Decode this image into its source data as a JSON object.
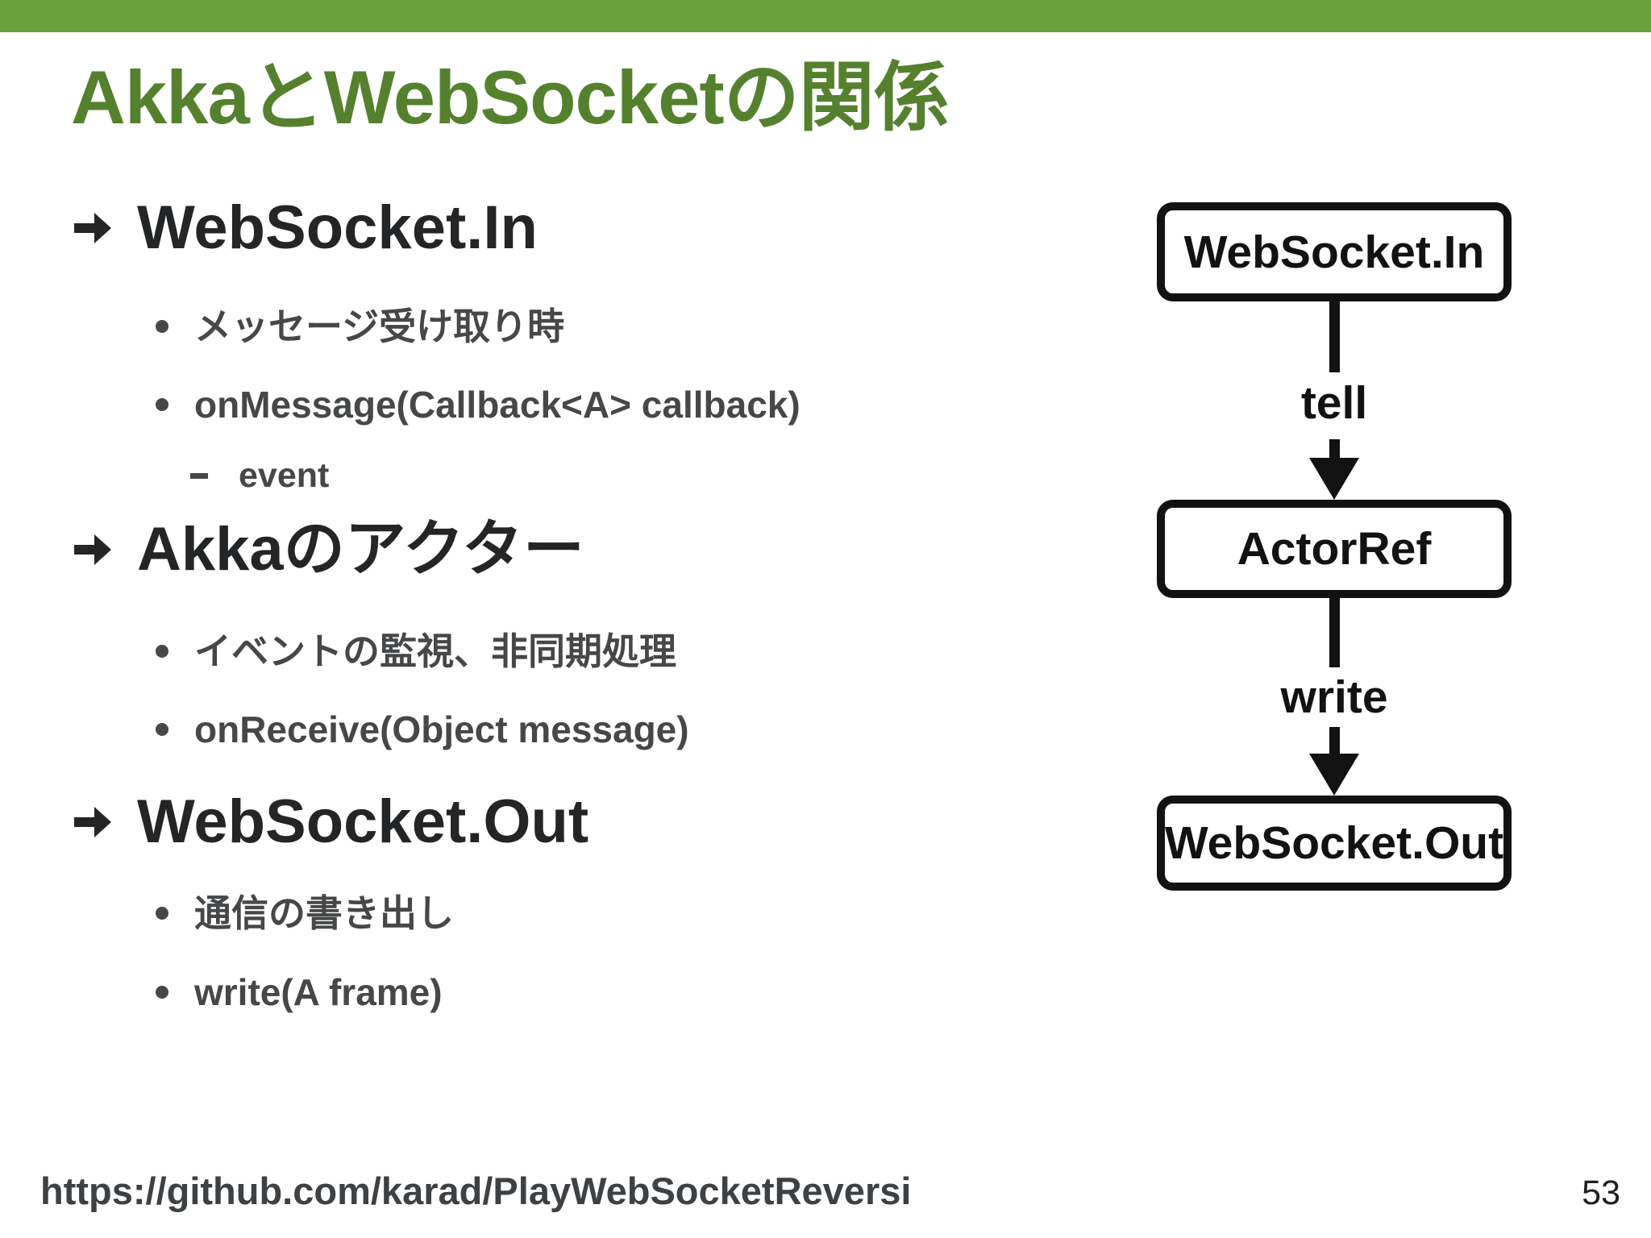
{
  "slide": {
    "title": "AkkaとWebSocketの関係",
    "footer_url": "https://github.com/karad/PlayWebSocketReversi",
    "page_number": "53"
  },
  "bullets": [
    {
      "level": 1,
      "text": "WebSocket.In"
    },
    {
      "level": 2,
      "text": "メッセージ受け取り時"
    },
    {
      "level": 2,
      "text": "onMessage(Callback<A> callback)"
    },
    {
      "level": 3,
      "text": "event"
    },
    {
      "level": 1,
      "text": "Akkaのアクター"
    },
    {
      "level": 2,
      "text": "イベントの監視、非同期処理"
    },
    {
      "level": 2,
      "text": "onReceive(Object message)"
    },
    {
      "level": 1,
      "text": "WebSocket.Out"
    },
    {
      "level": 2,
      "text": "通信の書き出し"
    },
    {
      "level": 2,
      "text": "write(A frame)"
    }
  ],
  "diagram": {
    "nodes": [
      {
        "label": "WebSocket.In"
      },
      {
        "label": "ActorRef"
      },
      {
        "label": "WebSocket.Out"
      }
    ],
    "edges": [
      {
        "label": "tell"
      },
      {
        "label": "write"
      }
    ]
  },
  "colors": {
    "accent-green": "#68a03b",
    "title-green": "#55812e",
    "heading-text": "#232527",
    "body-text": "#454749",
    "diagram-black": "#121212",
    "footer-text": "#3e4144"
  }
}
